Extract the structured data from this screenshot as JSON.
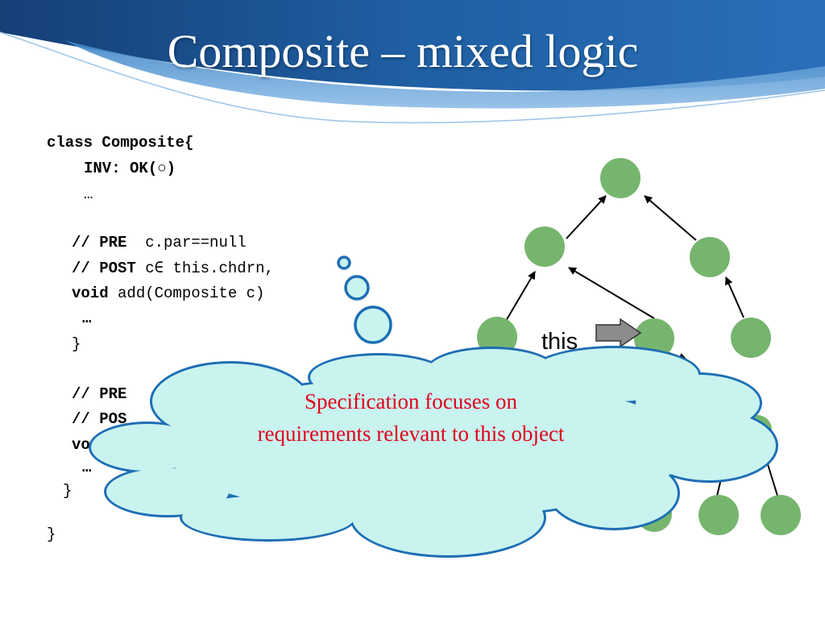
{
  "slide": {
    "title": "Composite – mixed logic"
  },
  "code": {
    "line1": {
      "kw": "class Composite{"
    },
    "line2": {
      "kw": "INV: OK(",
      "sym": "○",
      "kw2": ")"
    },
    "line3": {
      "text": "…"
    },
    "line5": {
      "kw": "// PRE",
      "text": "  c.par==null"
    },
    "line6": {
      "kw": "// POST",
      "text": " c∈ this.chdrn,"
    },
    "line7": {
      "kw": "void",
      "text": " add(Composite c)"
    },
    "line8": {
      "kw": "…"
    },
    "line9": {
      "text": "}"
    },
    "line11": {
      "kw": "// PRE"
    },
    "line12": {
      "kw": "// POS"
    },
    "line13": {
      "kw": "vo"
    },
    "line14": {
      "kw": "…"
    },
    "line15": {
      "text": "}"
    },
    "line17": {
      "text": "}"
    }
  },
  "diagram": {
    "this_label": "this",
    "node_color": "#76b56e",
    "arrow_color": "#000000"
  },
  "callout": {
    "line1": "Specification focuses on",
    "line2": "requirements relevant to this object",
    "text_color": "#e3001b",
    "fill_color": "#c9f3ef",
    "stroke_color": "#1e6eb4"
  },
  "colors": {
    "banner_dark": "#1a4f8f",
    "banner_light": "#4d8fcf"
  }
}
